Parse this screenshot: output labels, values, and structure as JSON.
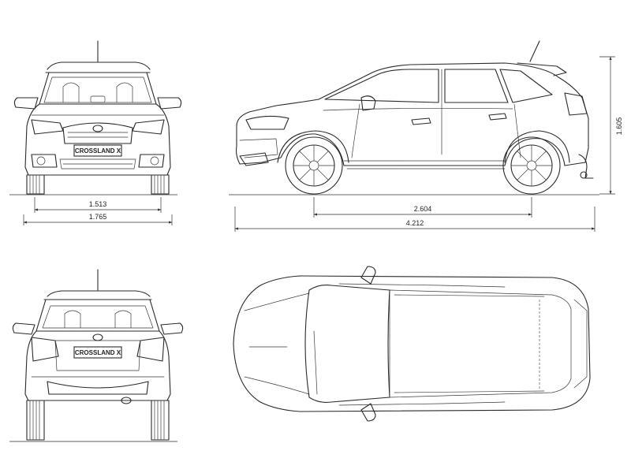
{
  "badges": {
    "front": "CROSSLAND X",
    "rear": "CROSSLAND X"
  },
  "dimensions": {
    "front_track": "1.513",
    "overall_width": "1.765",
    "wheelbase": "2.604",
    "overall_length": "4.212",
    "height": "1.605"
  }
}
